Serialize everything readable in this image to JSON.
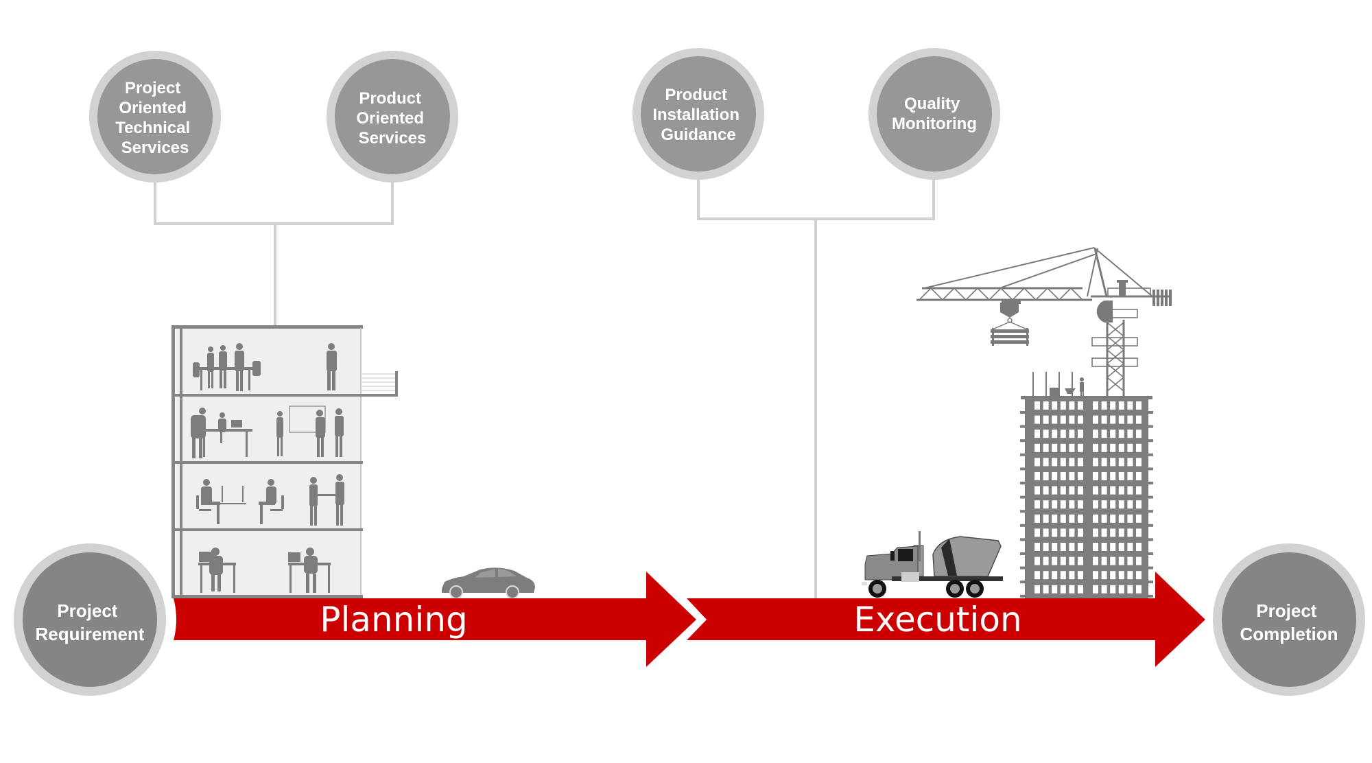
{
  "diagram": {
    "title_nodes": {
      "start": {
        "lines": [
          "Project",
          "Requirement"
        ]
      },
      "end": {
        "lines": [
          "Project",
          "Completion"
        ]
      }
    },
    "phases": [
      {
        "label": "Planning",
        "services": [
          {
            "lines": [
              "Project",
              "Oriented",
              "Technical",
              "Services"
            ]
          },
          {
            "lines": [
              "Product",
              "Oriented",
              "Services"
            ]
          }
        ],
        "illustration": "office-building-icon"
      },
      {
        "label": "Execution",
        "services": [
          {
            "lines": [
              "Product",
              "Installation",
              "Guidance"
            ]
          },
          {
            "lines": [
              "Quality",
              "Monitoring"
            ]
          }
        ],
        "illustration": "construction-site-icon"
      }
    ],
    "colors": {
      "arrow": "#cc0000",
      "node_fill_top": "#979797",
      "node_fill_bottom": "#858585",
      "node_ring": "#d2d2d2",
      "connector": "#d0d0d0",
      "illustration": "#7d7d7d"
    }
  }
}
